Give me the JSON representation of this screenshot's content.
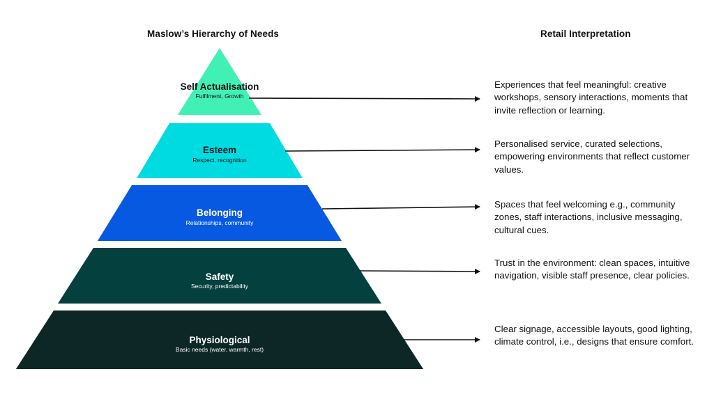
{
  "headings": {
    "left": "Maslow’s Hierarchy of Needs",
    "right": "Retail Interpretation"
  },
  "levels": [
    {
      "title": "Self Actualisation",
      "subtitle": "Fulfilment, Growth",
      "color": "#41f0b4",
      "text_color": "#111111",
      "interpretation": "Experiences that feel meaningful: creative workshops, sensory interactions, moments that invite reflection or learning."
    },
    {
      "title": "Esteem",
      "subtitle": "Respect, recognition",
      "color": "#00dbe2",
      "text_color": "#111111",
      "interpretation": "Personalised service, curated selections, empowering environments that reflect customer values."
    },
    {
      "title": "Belonging",
      "subtitle": "Relationships, community",
      "color": "#0659e0",
      "text_color": "#ffffff",
      "interpretation": "Spaces that feel welcoming e.g., community zones, staff interactions, inclusive messaging, cultural cues."
    },
    {
      "title": "Safety",
      "subtitle": "Security, predictability",
      "color": "#03403e",
      "text_color": "#ffffff",
      "interpretation": "Trust in the environment: clean spaces, intuitive navigation, visible staff presence, clear policies."
    },
    {
      "title": "Physiological",
      "subtitle": "Basic needs (water, warmth, rest)",
      "color": "#0c2725",
      "text_color": "#ffffff",
      "interpretation": "Clear signage, accessible layouts, good lighting, climate control, i.e., designs that ensure comfort."
    }
  ],
  "arrow_color": "#111111"
}
